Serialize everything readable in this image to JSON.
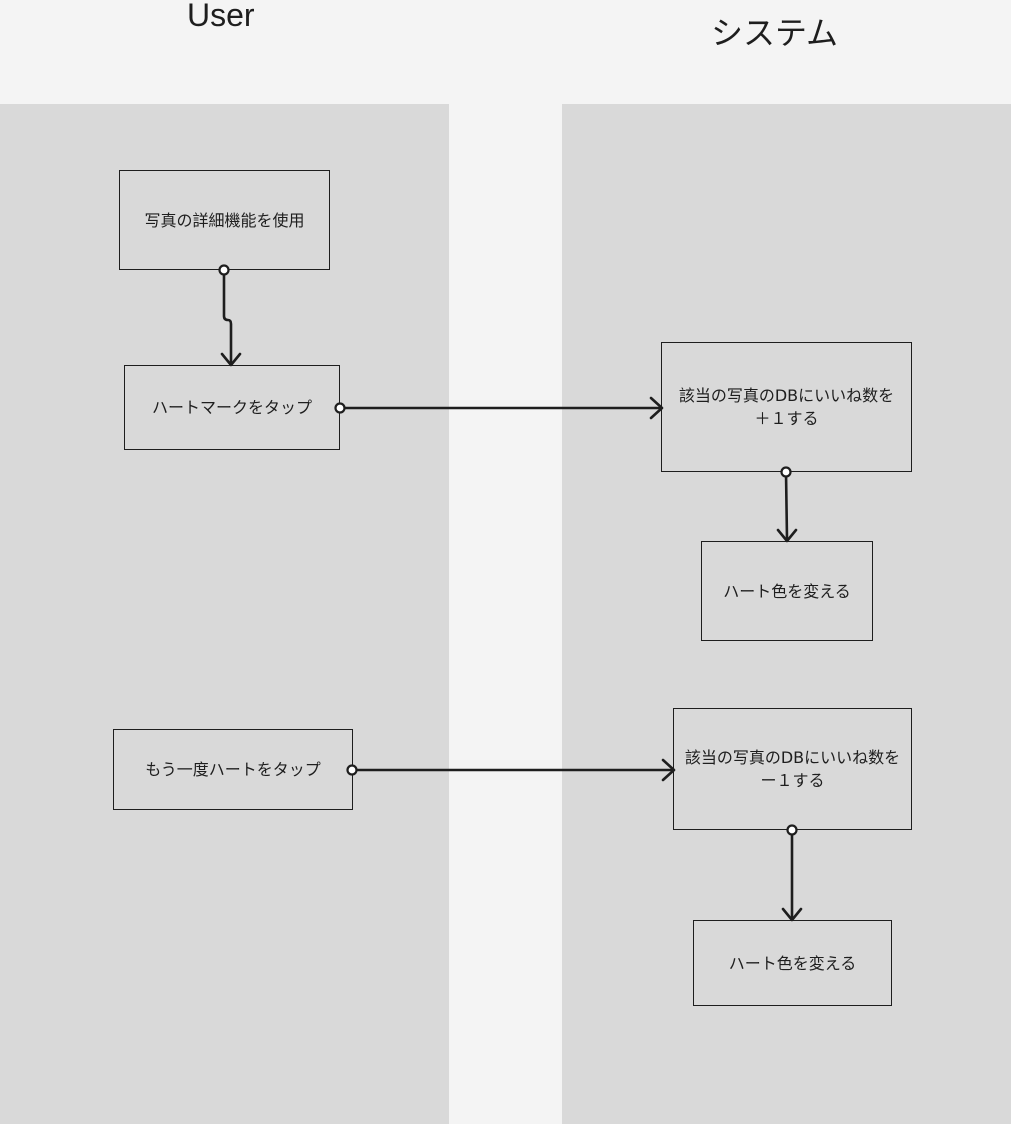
{
  "lanes": {
    "user_title": "User",
    "system_title": "システム"
  },
  "nodes": {
    "use_photo_detail": "写真の詳細機能を使用",
    "tap_heart": "ハートマークをタップ",
    "increment_likes": "該当の写真のDBにいいね数を＋１する",
    "change_color_1": "ハート色を変える",
    "tap_heart_again": "もう一度ハートをタップ",
    "decrement_likes": "該当の写真のDBにいいね数をー１する",
    "change_color_2": "ハート色を変える"
  },
  "colors": {
    "canvas": "#f4f4f4",
    "lane": "#d9d9d9",
    "stroke": "#1e1e1e"
  }
}
